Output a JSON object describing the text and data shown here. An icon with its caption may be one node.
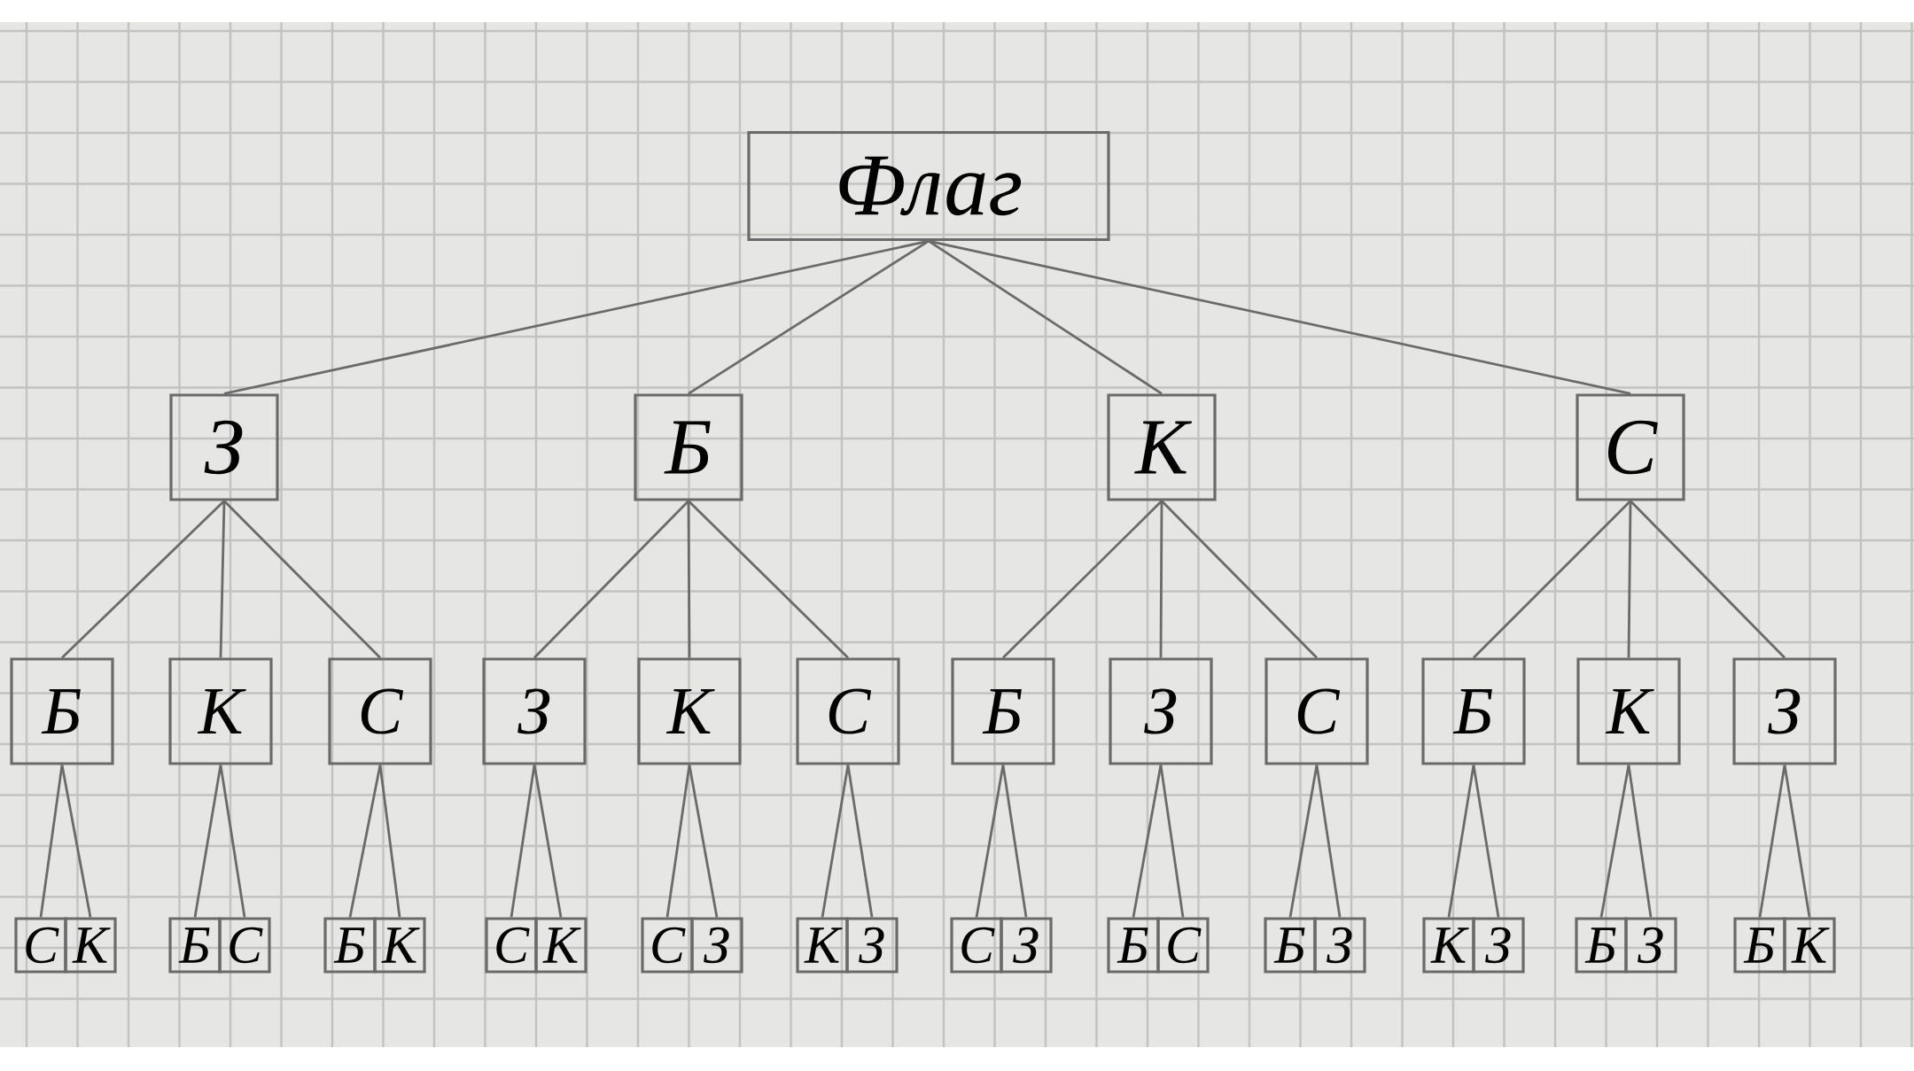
{
  "diagram": {
    "nodes": [
      {
        "text": [
          "Флаг"
        ]
      },
      {
        "text": [
          "З"
        ]
      },
      {
        "text": [
          "Б"
        ]
      },
      {
        "text": [
          "К"
        ]
      },
      {
        "text": [
          "С"
        ]
      },
      {
        "text": [
          "Б"
        ]
      },
      {
        "text": [
          "К"
        ]
      },
      {
        "text": [
          "С"
        ]
      },
      {
        "text": [
          "З"
        ]
      },
      {
        "text": [
          "К"
        ]
      },
      {
        "text": [
          "С"
        ]
      },
      {
        "text": [
          "Б"
        ]
      },
      {
        "text": [
          "З"
        ]
      },
      {
        "text": [
          "С"
        ]
      },
      {
        "text": [
          "Б"
        ]
      },
      {
        "text": [
          "К"
        ]
      },
      {
        "text": [
          "З"
        ]
      },
      {
        "text": [
          "С"
        ]
      },
      {
        "text": [
          "К"
        ]
      },
      {
        "text": [
          "Б"
        ]
      },
      {
        "text": [
          "С"
        ]
      },
      {
        "text": [
          "Б"
        ]
      },
      {
        "text": [
          "К"
        ]
      },
      {
        "text": [
          "С"
        ]
      },
      {
        "text": [
          "К"
        ]
      },
      {
        "text": [
          "С"
        ]
      },
      {
        "text": [
          "З"
        ]
      },
      {
        "text": [
          "К"
        ]
      },
      {
        "text": [
          "З"
        ]
      },
      {
        "text": [
          "С"
        ]
      },
      {
        "text": [
          "З"
        ]
      },
      {
        "text": [
          "Б"
        ]
      },
      {
        "text": [
          "С"
        ]
      },
      {
        "text": [
          "Б"
        ]
      },
      {
        "text": [
          "З"
        ]
      },
      {
        "text": [
          "К"
        ]
      },
      {
        "text": [
          "З"
        ]
      },
      {
        "text": [
          "Б"
        ]
      },
      {
        "text": [
          "З"
        ]
      },
      {
        "text": [
          "Б"
        ]
      },
      {
        "text": [
          "К"
        ]
      }
    ],
    "edges": [
      {
        "from": 0,
        "to": 1,
        "arrow": "none"
      },
      {
        "from": 0,
        "to": 2,
        "arrow": "none"
      },
      {
        "from": 0,
        "to": 3,
        "arrow": "none"
      },
      {
        "from": 0,
        "to": 4,
        "arrow": "none"
      },
      {
        "from": 1,
        "to": 5,
        "arrow": "none"
      },
      {
        "from": 1,
        "to": 6,
        "arrow": "none"
      },
      {
        "from": 1,
        "to": 7,
        "arrow": "none"
      },
      {
        "from": 2,
        "to": 8,
        "arrow": "none"
      },
      {
        "from": 2,
        "to": 9,
        "arrow": "none"
      },
      {
        "from": 2,
        "to": 10,
        "arrow": "none"
      },
      {
        "from": 3,
        "to": 11,
        "arrow": "none"
      },
      {
        "from": 3,
        "to": 12,
        "arrow": "none"
      },
      {
        "from": 3,
        "to": 13,
        "arrow": "none"
      },
      {
        "from": 4,
        "to": 14,
        "arrow": "none"
      },
      {
        "from": 4,
        "to": 15,
        "arrow": "none"
      },
      {
        "from": 4,
        "to": 16,
        "arrow": "none"
      },
      {
        "from": 5,
        "to": 17,
        "arrow": "none"
      },
      {
        "from": 5,
        "to": 18,
        "arrow": "none"
      },
      {
        "from": 6,
        "to": 19,
        "arrow": "none"
      },
      {
        "from": 6,
        "to": 20,
        "arrow": "none"
      },
      {
        "from": 7,
        "to": 21,
        "arrow": "none"
      },
      {
        "from": 7,
        "to": 22,
        "arrow": "none"
      },
      {
        "from": 8,
        "to": 23,
        "arrow": "none"
      },
      {
        "from": 8,
        "to": 24,
        "arrow": "none"
      },
      {
        "from": 9,
        "to": 25,
        "arrow": "none"
      },
      {
        "from": 9,
        "to": 26,
        "arrow": "none"
      },
      {
        "from": 10,
        "to": 27,
        "arrow": "none"
      },
      {
        "from": 10,
        "to": 28,
        "arrow": "none"
      },
      {
        "from": 11,
        "to": 29,
        "arrow": "none"
      },
      {
        "from": 11,
        "to": 30,
        "arrow": "none"
      },
      {
        "from": 12,
        "to": 31,
        "arrow": "none"
      },
      {
        "from": 12,
        "to": 32,
        "arrow": "none"
      },
      {
        "from": 13,
        "to": 33,
        "arrow": "none"
      },
      {
        "from": 13,
        "to": 34,
        "arrow": "none"
      },
      {
        "from": 14,
        "to": 35,
        "arrow": "none"
      },
      {
        "from": 14,
        "to": 36,
        "arrow": "none"
      },
      {
        "from": 15,
        "to": 37,
        "arrow": "none"
      },
      {
        "from": 15,
        "to": 38,
        "arrow": "none"
      },
      {
        "from": 16,
        "to": 39,
        "arrow": "none"
      },
      {
        "from": 16,
        "to": 40,
        "arrow": "none"
      }
    ]
  }
}
